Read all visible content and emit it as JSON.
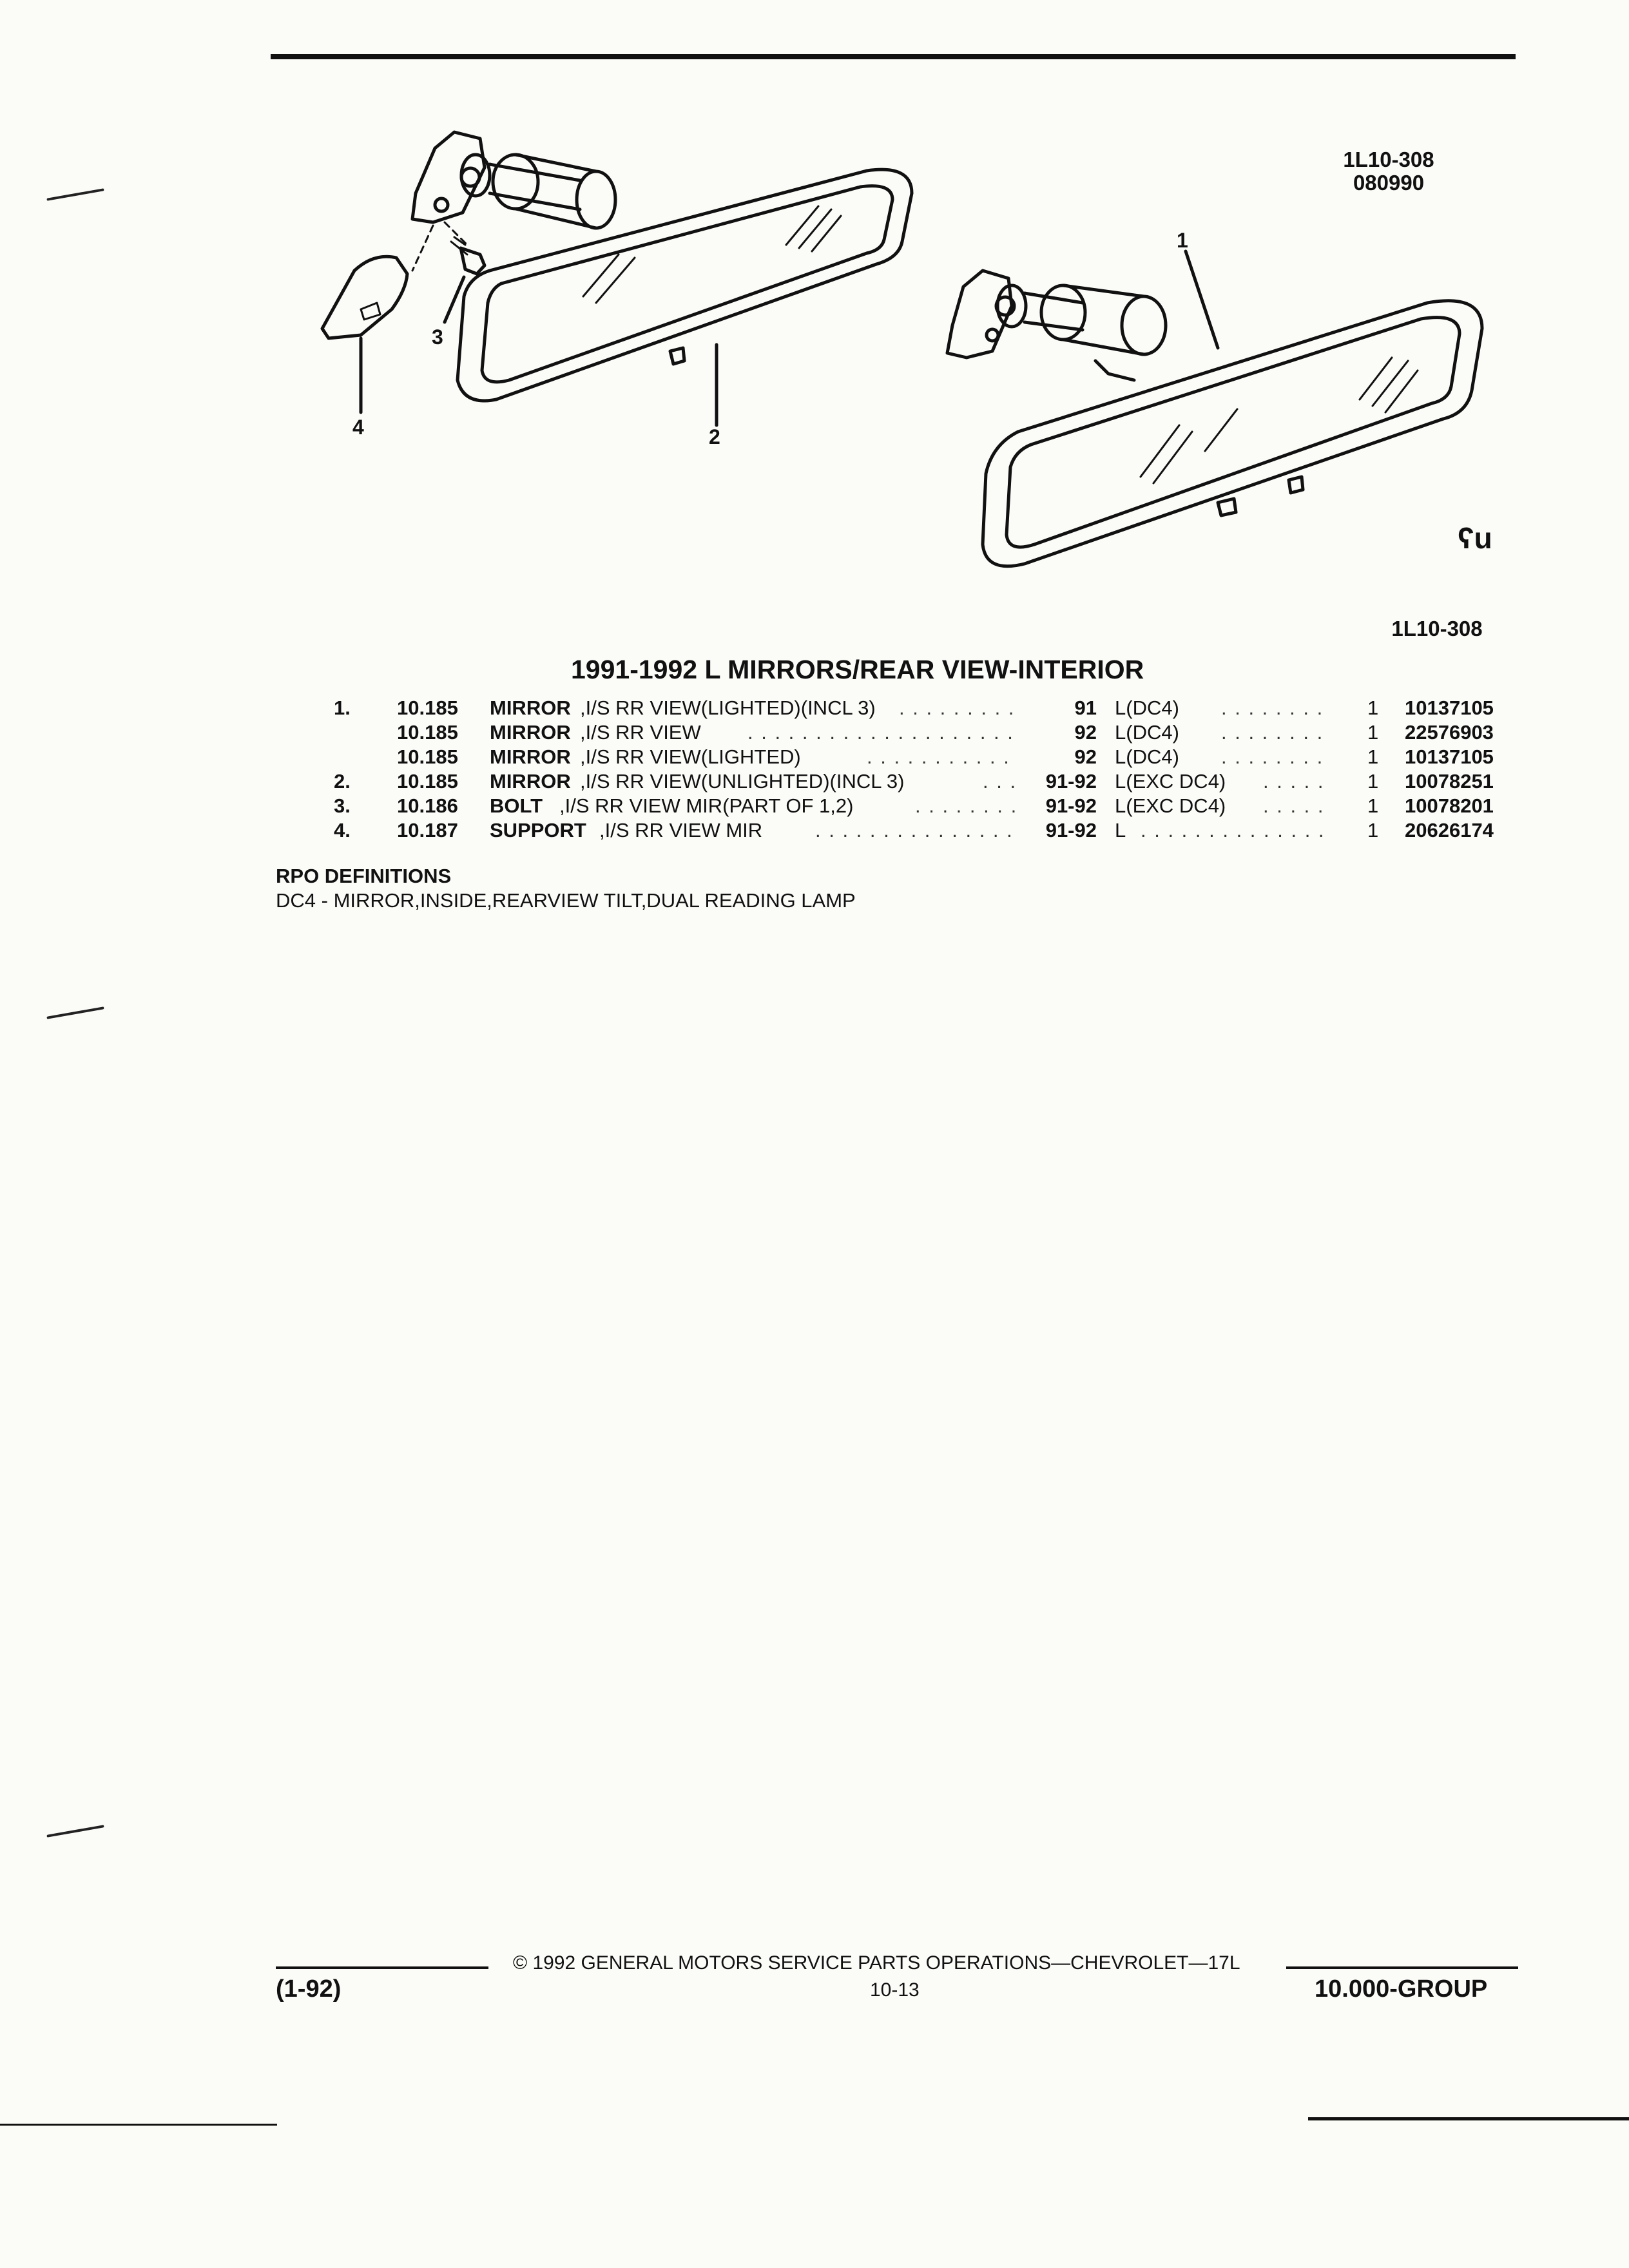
{
  "header": {
    "illustration_code": "1L10-308",
    "illustration_date": "080990",
    "caption_code": "1L10-308",
    "logo_mark": "ʕu"
  },
  "callouts": [
    "1",
    "2",
    "3",
    "4"
  ],
  "section_title": "1991-1992 L MIRRORS/REAR VIEW-INTERIOR",
  "parts": [
    {
      "item": "1.",
      "group": "10.185",
      "name": "MIRROR",
      "desc": ",I/S RR VIEW(LIGHTED)(INCL 3)",
      "years": "91",
      "usage": "L(DC4)",
      "qty": "1",
      "part_no": "10137105"
    },
    {
      "item": "",
      "group": "10.185",
      "name": "MIRROR",
      "desc": ",I/S RR VIEW",
      "years": "92",
      "usage": "L(DC4)",
      "qty": "1",
      "part_no": "22576903"
    },
    {
      "item": "",
      "group": "10.185",
      "name": "MIRROR",
      "desc": ",I/S RR VIEW(LIGHTED)",
      "years": "92",
      "usage": "L(DC4)",
      "qty": "1",
      "part_no": "10137105"
    },
    {
      "item": "2.",
      "group": "10.185",
      "name": "MIRROR",
      "desc": ",I/S RR VIEW(UNLIGHTED)(INCL 3)",
      "years": "91-92",
      "usage": "L(EXC DC4)",
      "qty": "1",
      "part_no": "10078251"
    },
    {
      "item": "3.",
      "group": "10.186",
      "name": "BOLT",
      "desc": ",I/S RR VIEW MIR(PART OF 1,2)",
      "years": "91-92",
      "usage": "L(EXC DC4)",
      "qty": "1",
      "part_no": "10078201"
    },
    {
      "item": "4.",
      "group": "10.187",
      "name": "SUPPORT",
      "desc": ",I/S RR VIEW MIR",
      "years": "91-92",
      "usage": "L",
      "qty": "1",
      "part_no": "20626174"
    }
  ],
  "rpo": {
    "heading": "RPO DEFINITIONS",
    "definition": "DC4 - MIRROR,INSIDE,REARVIEW TILT,DUAL READING LAMP"
  },
  "footer": {
    "copyright": "© 1992 GENERAL MOTORS SERVICE PARTS OPERATIONS—CHEVROLET—17L",
    "revision": "(1-92)",
    "page_number": "10-13",
    "group": "10.000-GROUP"
  }
}
